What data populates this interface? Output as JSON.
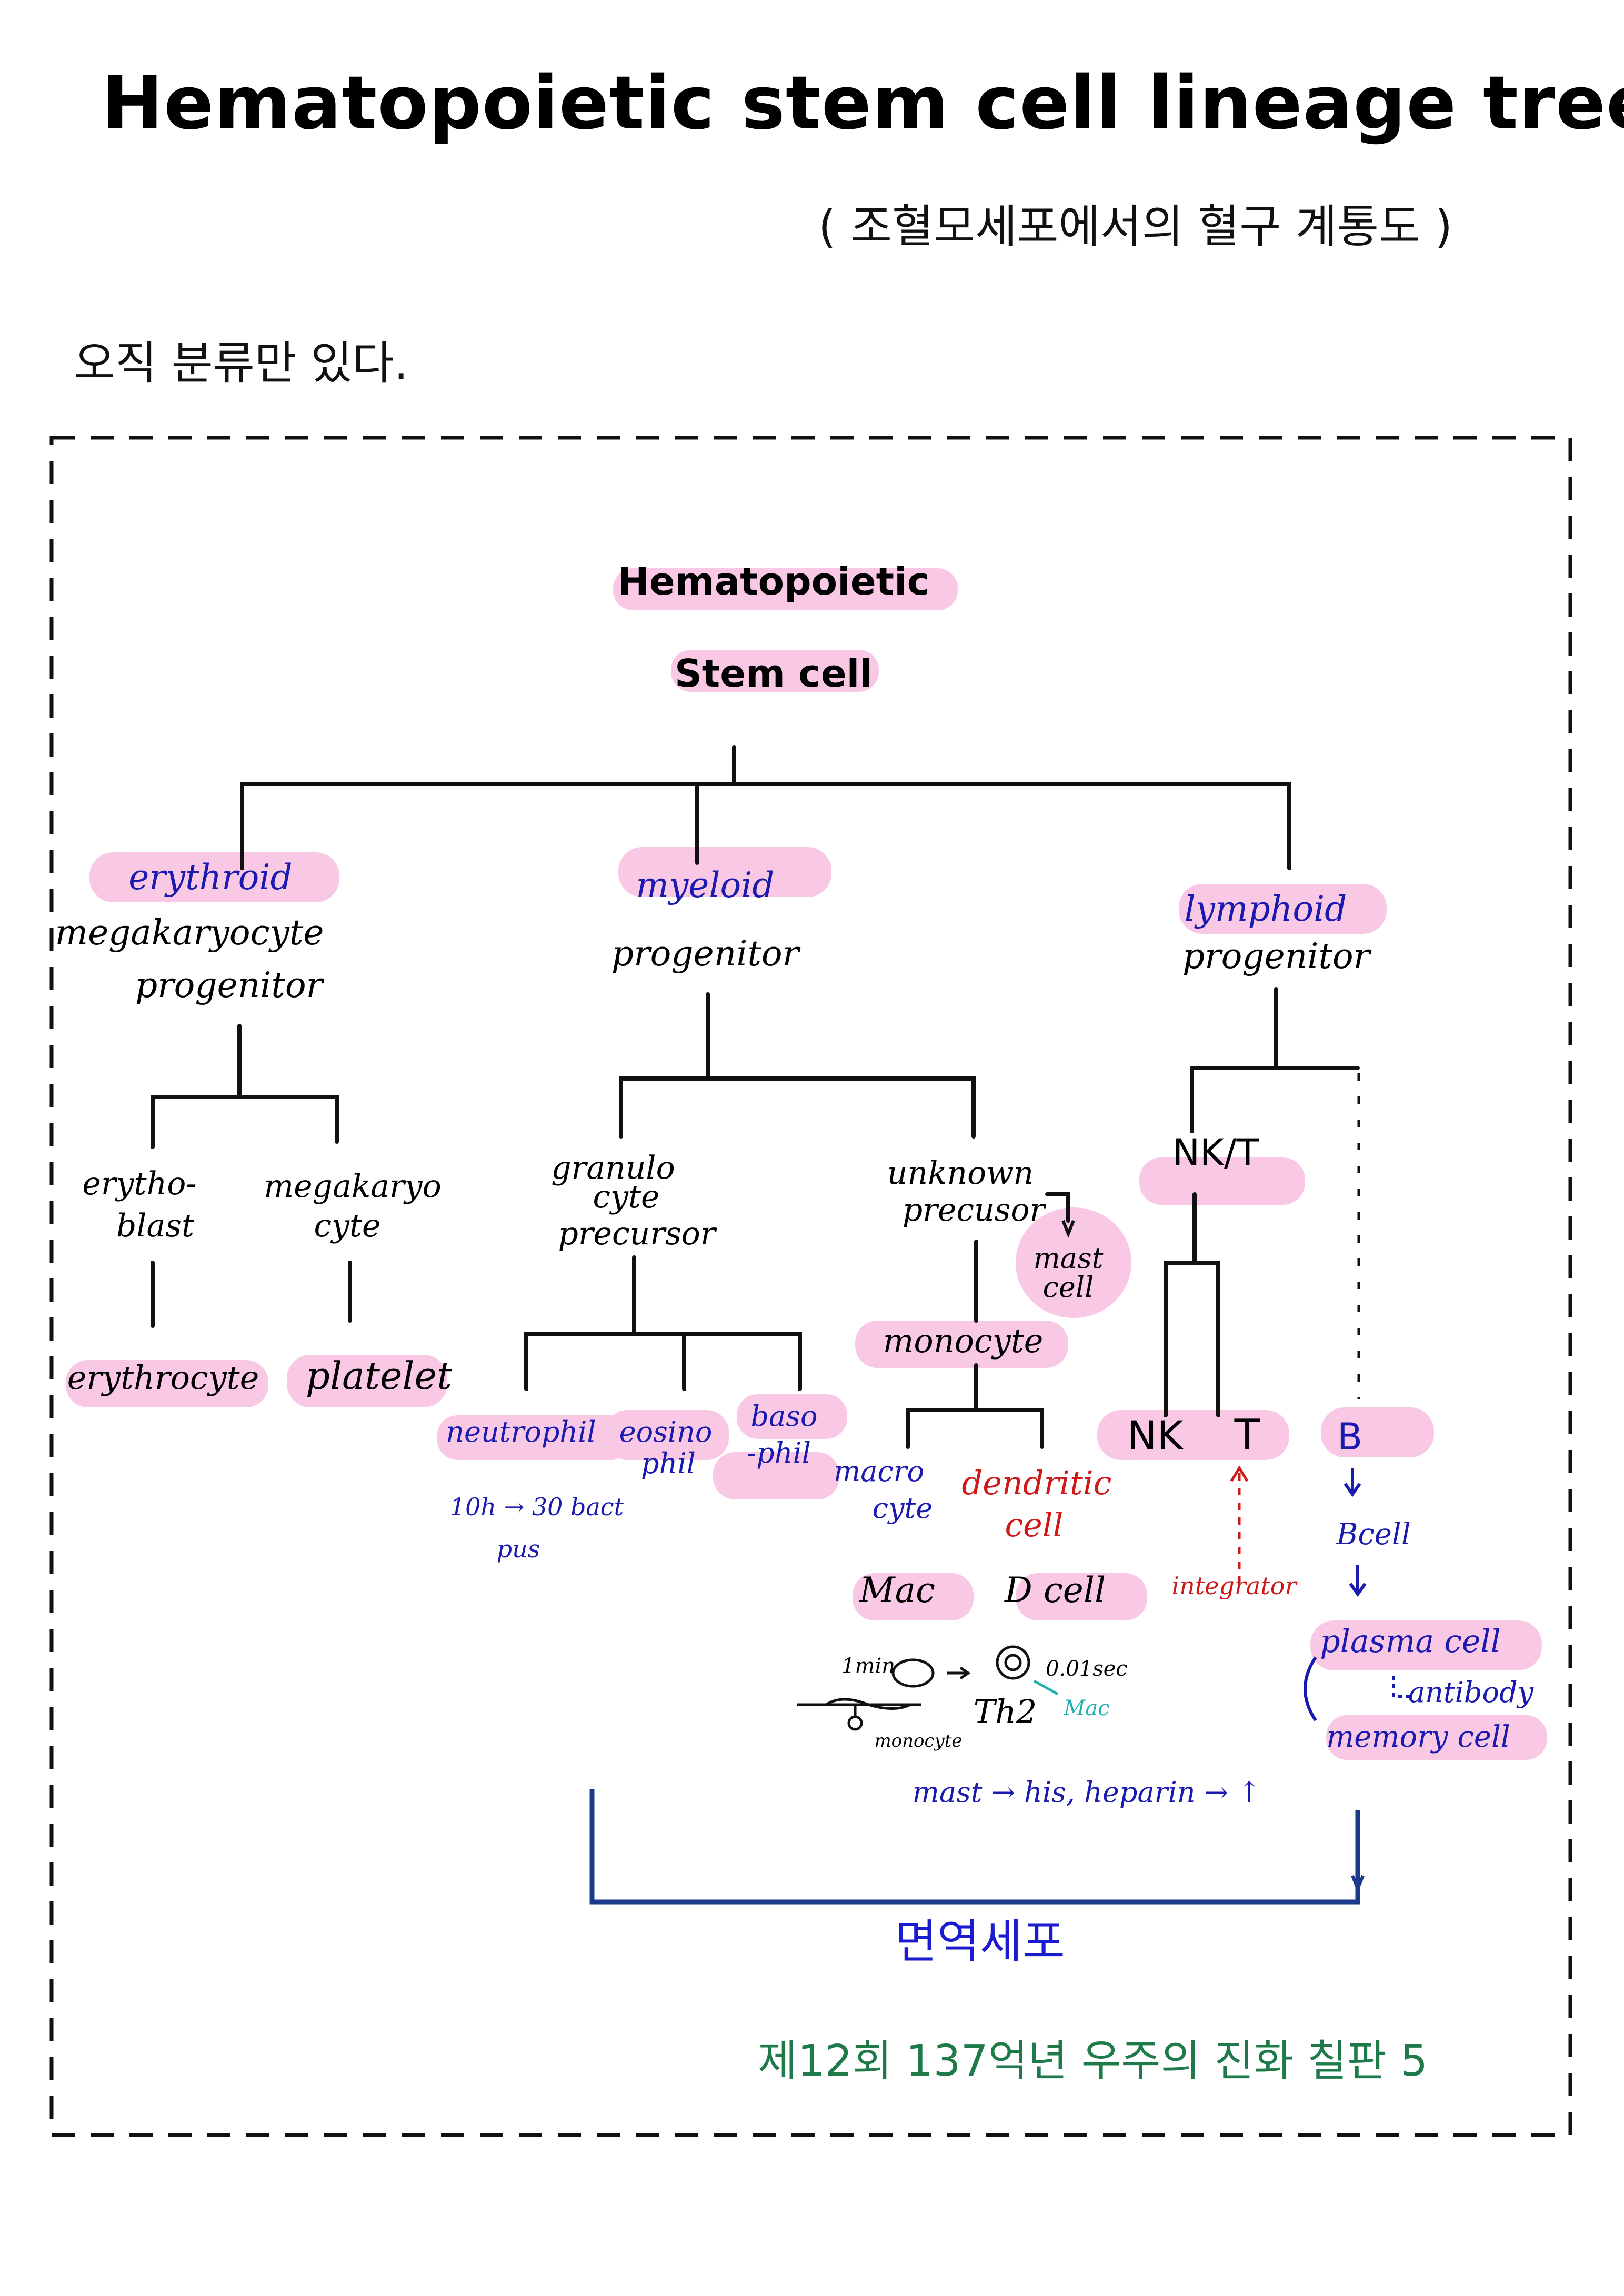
{
  "page": {
    "title": "Hematopoietic stem cell lineage tree",
    "subtitle": "( 조혈모세포에서의  혈구 계통도 )",
    "intro": "오직 분류만 있다.",
    "immune_label": "면역세포",
    "footer": "제12회   137억년 우주의 진화 칠판 5"
  },
  "tree": {
    "root_line1": "Hematopoietic",
    "root_line2": "Stem cell",
    "erythroid": "erythroid",
    "emp_line1": "megakaryocyte",
    "emp_line2": "progenitor",
    "myeloid": "myeloid",
    "myeloid_progenitor": "progenitor",
    "lymphoid": "lymphoid",
    "lymphoid_progenitor": "progenitor",
    "erythoblast_line1": "erytho-",
    "erythoblast_line2": "blast",
    "megakaryocyte_line1": "megakaryo",
    "megakaryocyte_line2": "cyte",
    "granulo_line1": "granulo",
    "granulo_line2": "cyte",
    "granulo_line3": "precursor",
    "unknown_line1": "unknown",
    "unknown_line2": "precusor",
    "mast_line1": "mast",
    "mast_line2": "cell",
    "nkt": "NK/T",
    "erythrocyte": "erythrocyte",
    "platelet": "platelet",
    "monocyte": "monocyte",
    "neutrophil": "neutrophil",
    "eosino_line1": "eosino",
    "eosino_line2": "phil",
    "baso_line1": "baso",
    "baso_line2": "-phil",
    "neutro_note1": "10h → 30 bact",
    "neutro_note2": "pus",
    "macro_line1": "macro",
    "macro_line2": "cyte",
    "dendritic_line1": "dendritic",
    "dendritic_line2": "cell",
    "mac": "Mac",
    "dcell": "D cell",
    "nk": "NK",
    "t": "T",
    "b": "B",
    "bcell": "Bcell",
    "integrator": "integrator",
    "plasma": "plasma cell",
    "antibody": "antibody",
    "memory": "memory cell",
    "sketch_1min": "1min",
    "sketch_monocyte": "monocyte",
    "sketch_001": "0.01sec",
    "sketch_mac": "Mac",
    "sketch_th2": "Th2",
    "mast_note": "mast → his, heparin → ↑"
  },
  "colors": {
    "highlight": "#f8c8e4",
    "blue_ink": "#1a1ab0",
    "red_ink": "#d01818",
    "cyan_ink": "#20b0b0",
    "bracket": "#1a3a8a",
    "footer_green": "#1f7a4a"
  }
}
